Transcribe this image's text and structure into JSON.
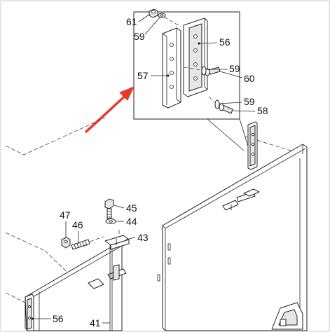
{
  "callouts": {
    "c61": "61",
    "c59a": "59",
    "c56a": "56",
    "c57": "57",
    "c59b": "59",
    "c60": "60",
    "c59c": "59",
    "c58": "58",
    "c45": "45",
    "c47": "47",
    "c46": "46",
    "c44": "44",
    "c43": "43",
    "c56b": "56",
    "c41": "41"
  },
  "colors": {
    "arrow": "#e8392c",
    "line": "#222222",
    "border": "#dddddd"
  }
}
